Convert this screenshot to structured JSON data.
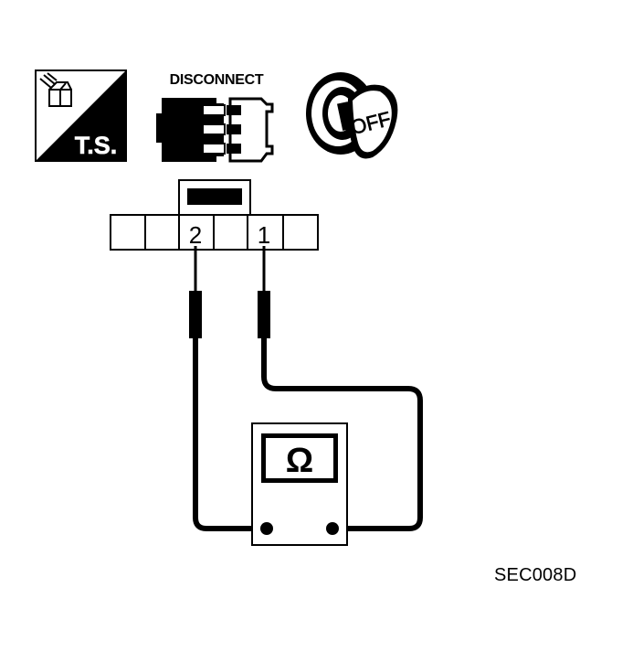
{
  "icons": {
    "ts": {
      "icon": "terminal-strip-icon",
      "label": "T.S."
    },
    "disconnect": {
      "icon": "connector-disconnect-icon",
      "label": "DISCONNECT"
    },
    "ignition": {
      "icon": "ignition-key-icon",
      "label": "OFF"
    }
  },
  "connector": {
    "icon": "connector-terminal-block",
    "terminal_a": "2",
    "terminal_b": "1"
  },
  "meter": {
    "icon": "ohmmeter-icon",
    "symbol": "Ω"
  },
  "figure_code": "SEC008D",
  "colors": {
    "ink": "#000000",
    "paper": "#ffffff"
  }
}
